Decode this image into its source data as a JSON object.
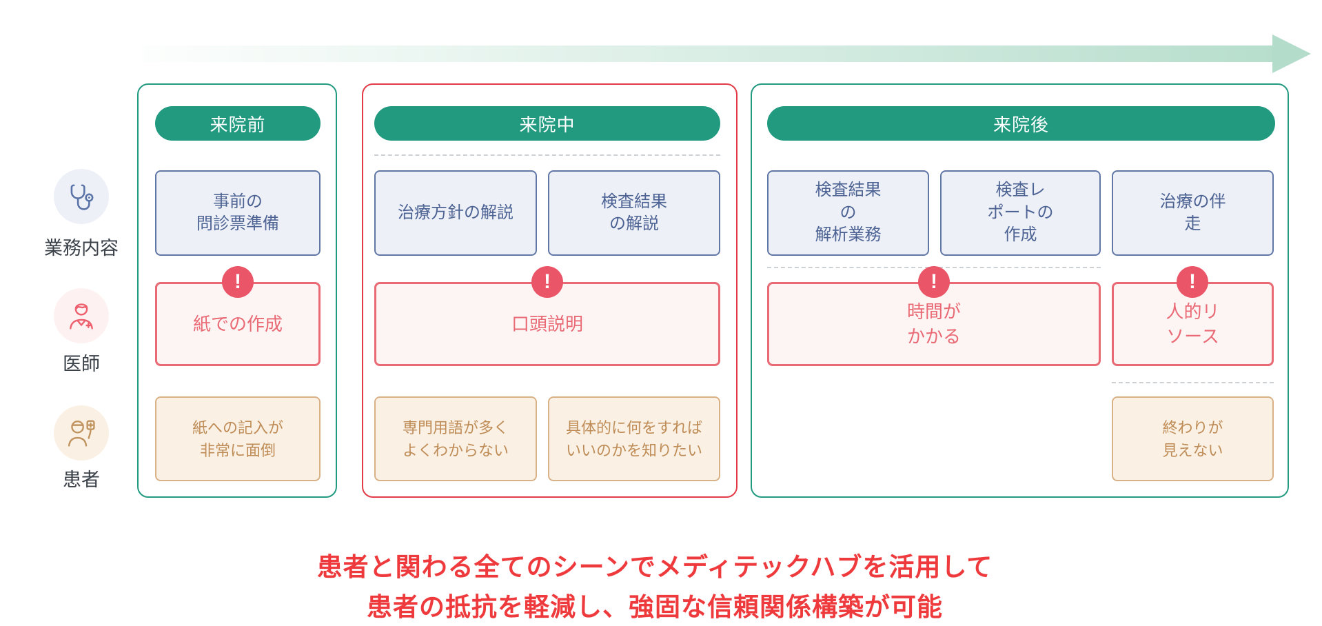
{
  "colors": {
    "green": "#229a80",
    "frame_red": "#e23b47",
    "pain_red": "#e96a75",
    "badge_red": "#ea5568",
    "work_blue_text": "#4d6394",
    "work_blue_bg": "#edf0f7",
    "patient_tan_text": "#bf8c57",
    "patient_tan_bg": "#faf1e4",
    "arrow_teal": "#b4dccb",
    "headline_red": "#ee3a3c"
  },
  "phases": [
    {
      "title": "来院前",
      "frame": "green"
    },
    {
      "title": "来院中",
      "frame": "red"
    },
    {
      "title": "来院後",
      "frame": "green"
    }
  ],
  "rows": [
    {
      "label": "業務内容",
      "icon": "stethoscope-icon"
    },
    {
      "label": "医師",
      "icon": "doctor-icon"
    },
    {
      "label": "患者",
      "icon": "patient-icon"
    }
  ],
  "work_boxes": [
    {
      "phase": "来院前",
      "text": "事前の\n問診票準備"
    },
    {
      "phase": "来院中",
      "text": "治療方針の解説"
    },
    {
      "phase": "来院中",
      "text": "検査結果\nの解説"
    },
    {
      "phase": "来院後",
      "text": "検査結果\nの\n解析業務"
    },
    {
      "phase": "来院後",
      "text": "検査レ\nポートの\n作成"
    },
    {
      "phase": "来院後",
      "text": "治療の伴\n走"
    }
  ],
  "doctor_boxes": [
    {
      "phase": "来院前",
      "text": "紙での作成"
    },
    {
      "phase": "来院中",
      "text": "口頭説明"
    },
    {
      "phase": "来院後",
      "text": "時間が\nかかる"
    },
    {
      "phase": "来院後",
      "text": "人的リ\nソース"
    }
  ],
  "patient_boxes": [
    {
      "phase": "来院前",
      "text": "紙への記入が\n非常に面倒"
    },
    {
      "phase": "来院中",
      "text": "専門用語が多く\nよくわからない"
    },
    {
      "phase": "来院中",
      "text": "具体的に何をすれば\nいいのかを知りたい"
    },
    {
      "phase": "来院後",
      "text": "終わりが\n見えない"
    }
  ],
  "badge": {
    "glyph": "!"
  },
  "headline": {
    "line1": "患者と関わる全てのシーンでメディテックハブを活用して",
    "line2": "患者の抵抗を軽減し、強固な信頼関係構築が可能"
  }
}
